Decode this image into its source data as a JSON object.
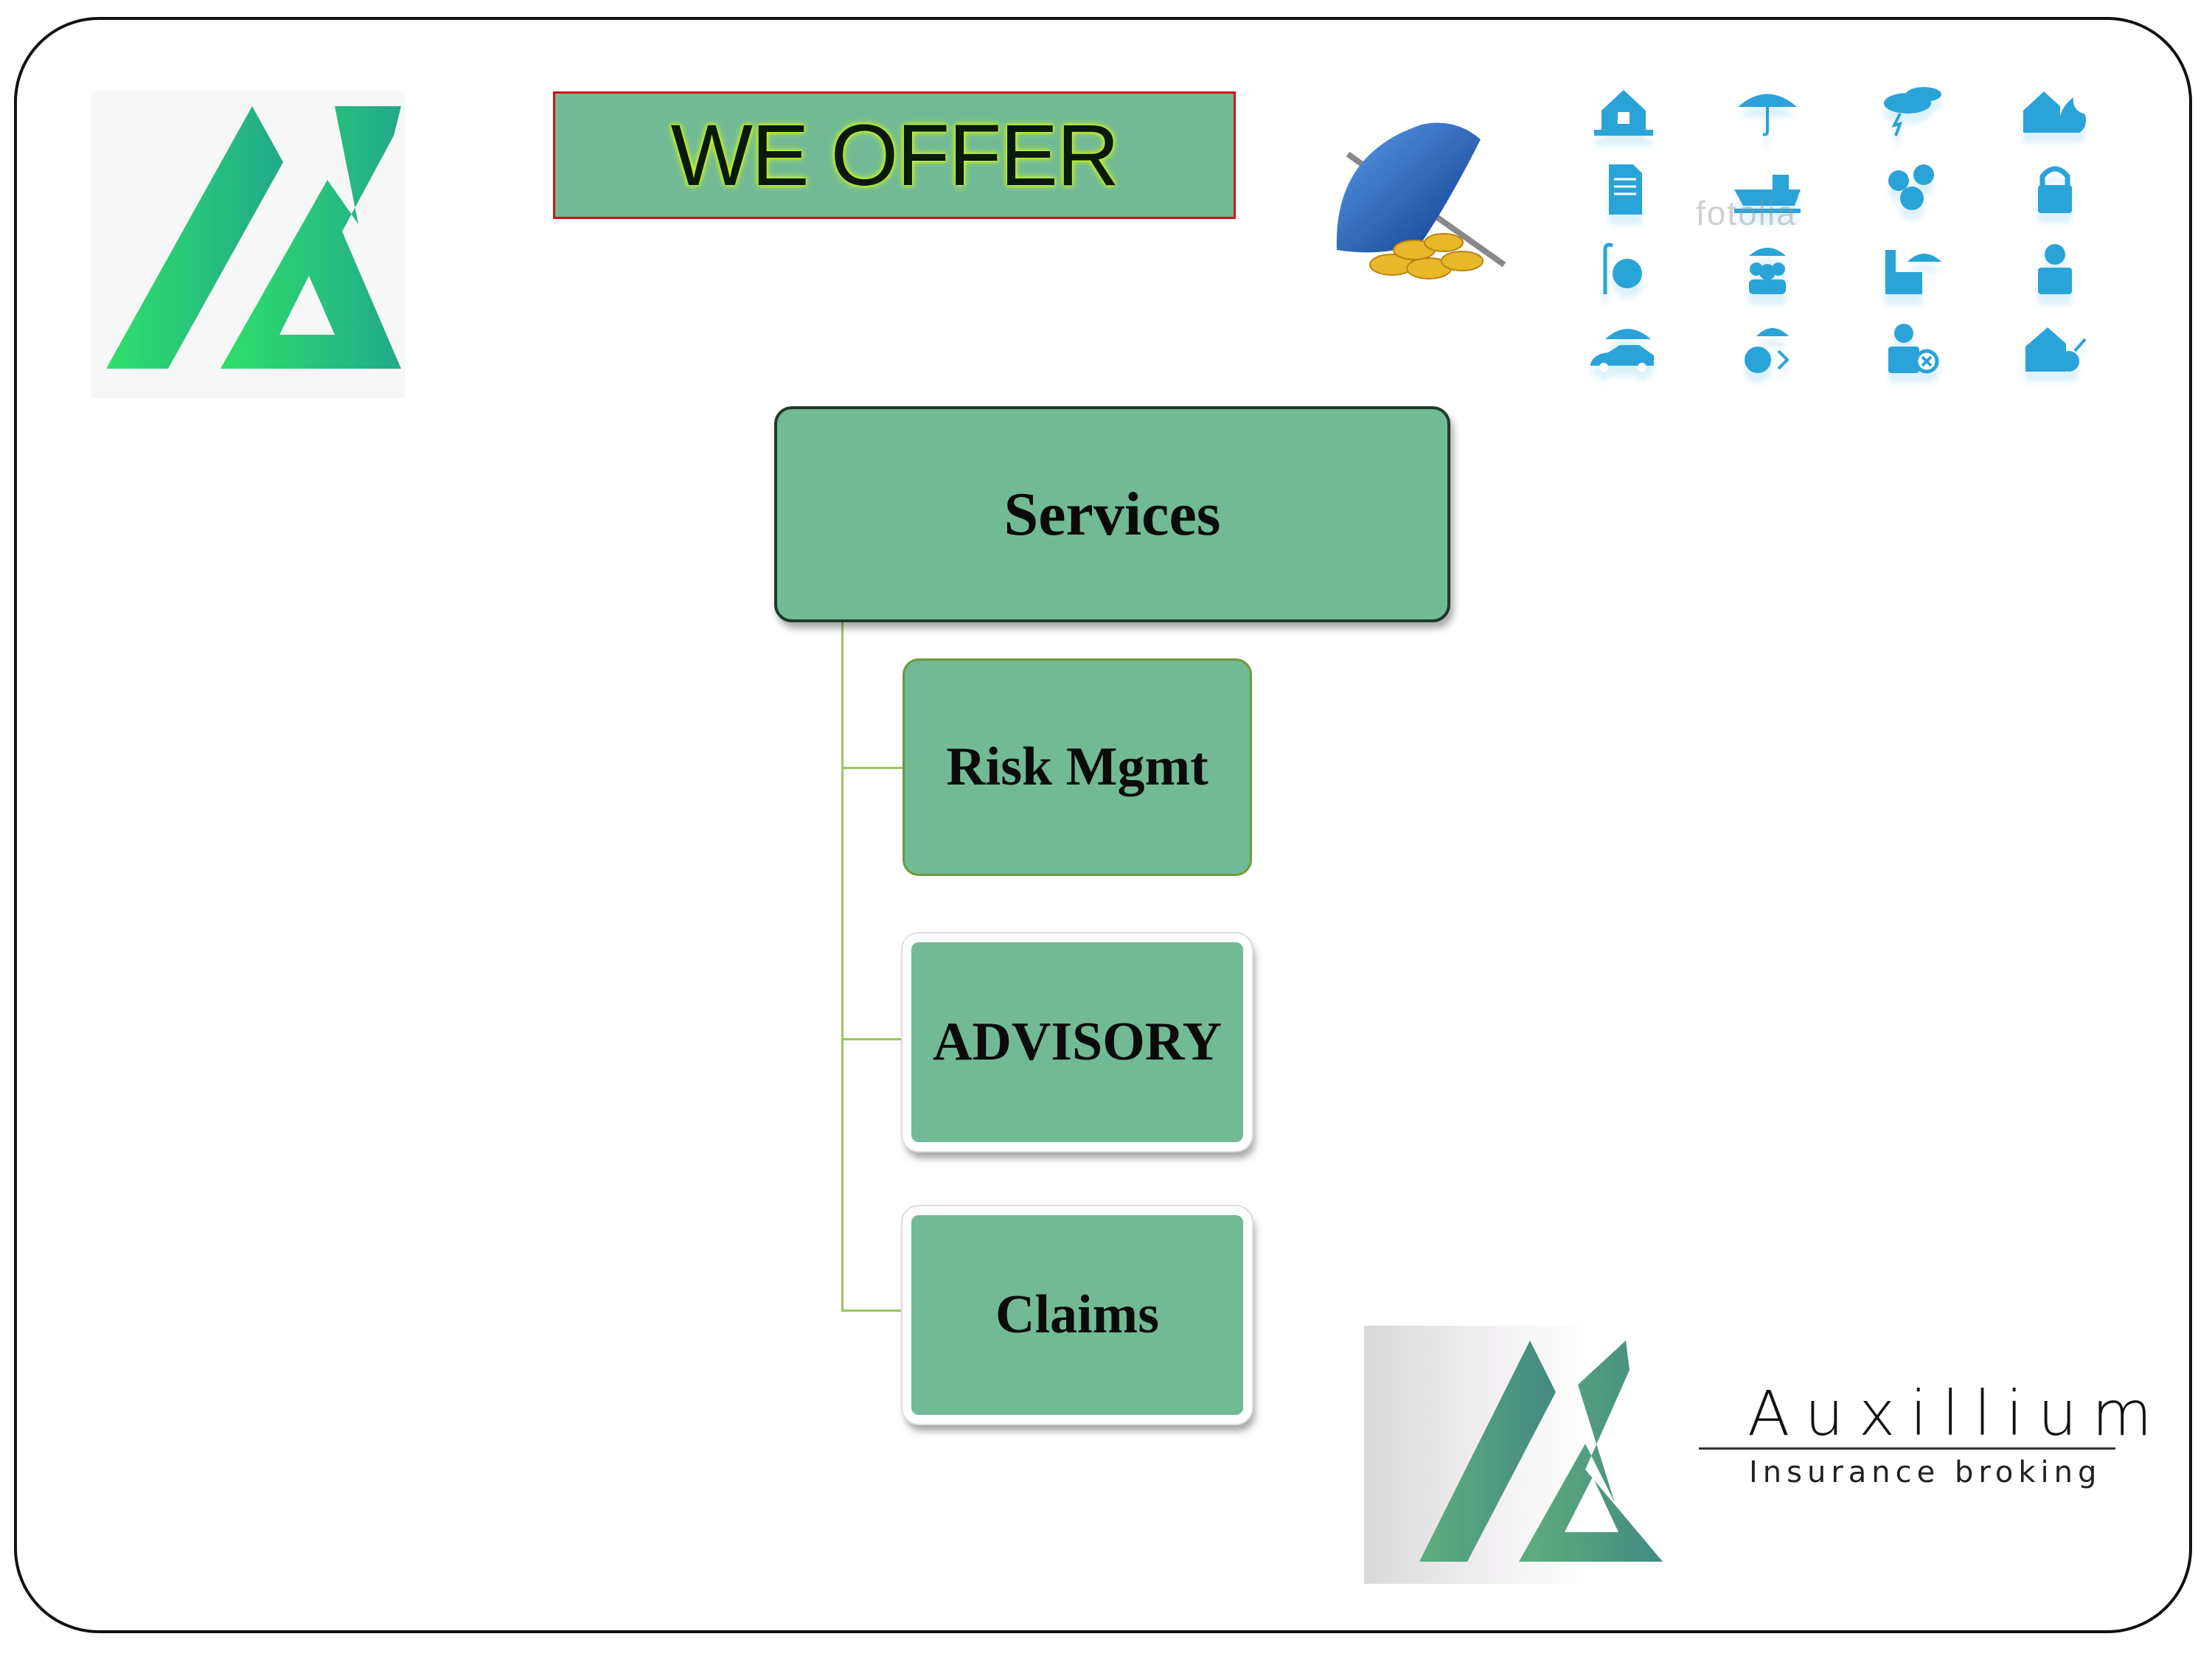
{
  "slide": {
    "title": "WE OFFER",
    "accent_color": "#72BA96",
    "title_border_color": "#D0121B"
  },
  "org_chart": {
    "root": "Services",
    "children": [
      "Risk Mgmt",
      "ADVISORY",
      "Claims"
    ]
  },
  "icon_grid": {
    "watermark": "fotolia",
    "icons": [
      "flooded-house-icon",
      "umbrella-icon",
      "storm-cloud-icon",
      "house-fire-icon",
      "policy-document-icon",
      "cargo-ship-icon",
      "coins-icon",
      "padlock-icon",
      "cane-coin-icon",
      "family-umbrella-icon",
      "factory-umbrella-icon",
      "businessman-icon",
      "car-umbrella-icon",
      "globe-umbrella-icon",
      "person-cancel-icon",
      "house-accident-icon"
    ],
    "color": "#2AA3D8"
  },
  "brand": {
    "name": "Auxillium",
    "tagline": "Insurance broking"
  }
}
